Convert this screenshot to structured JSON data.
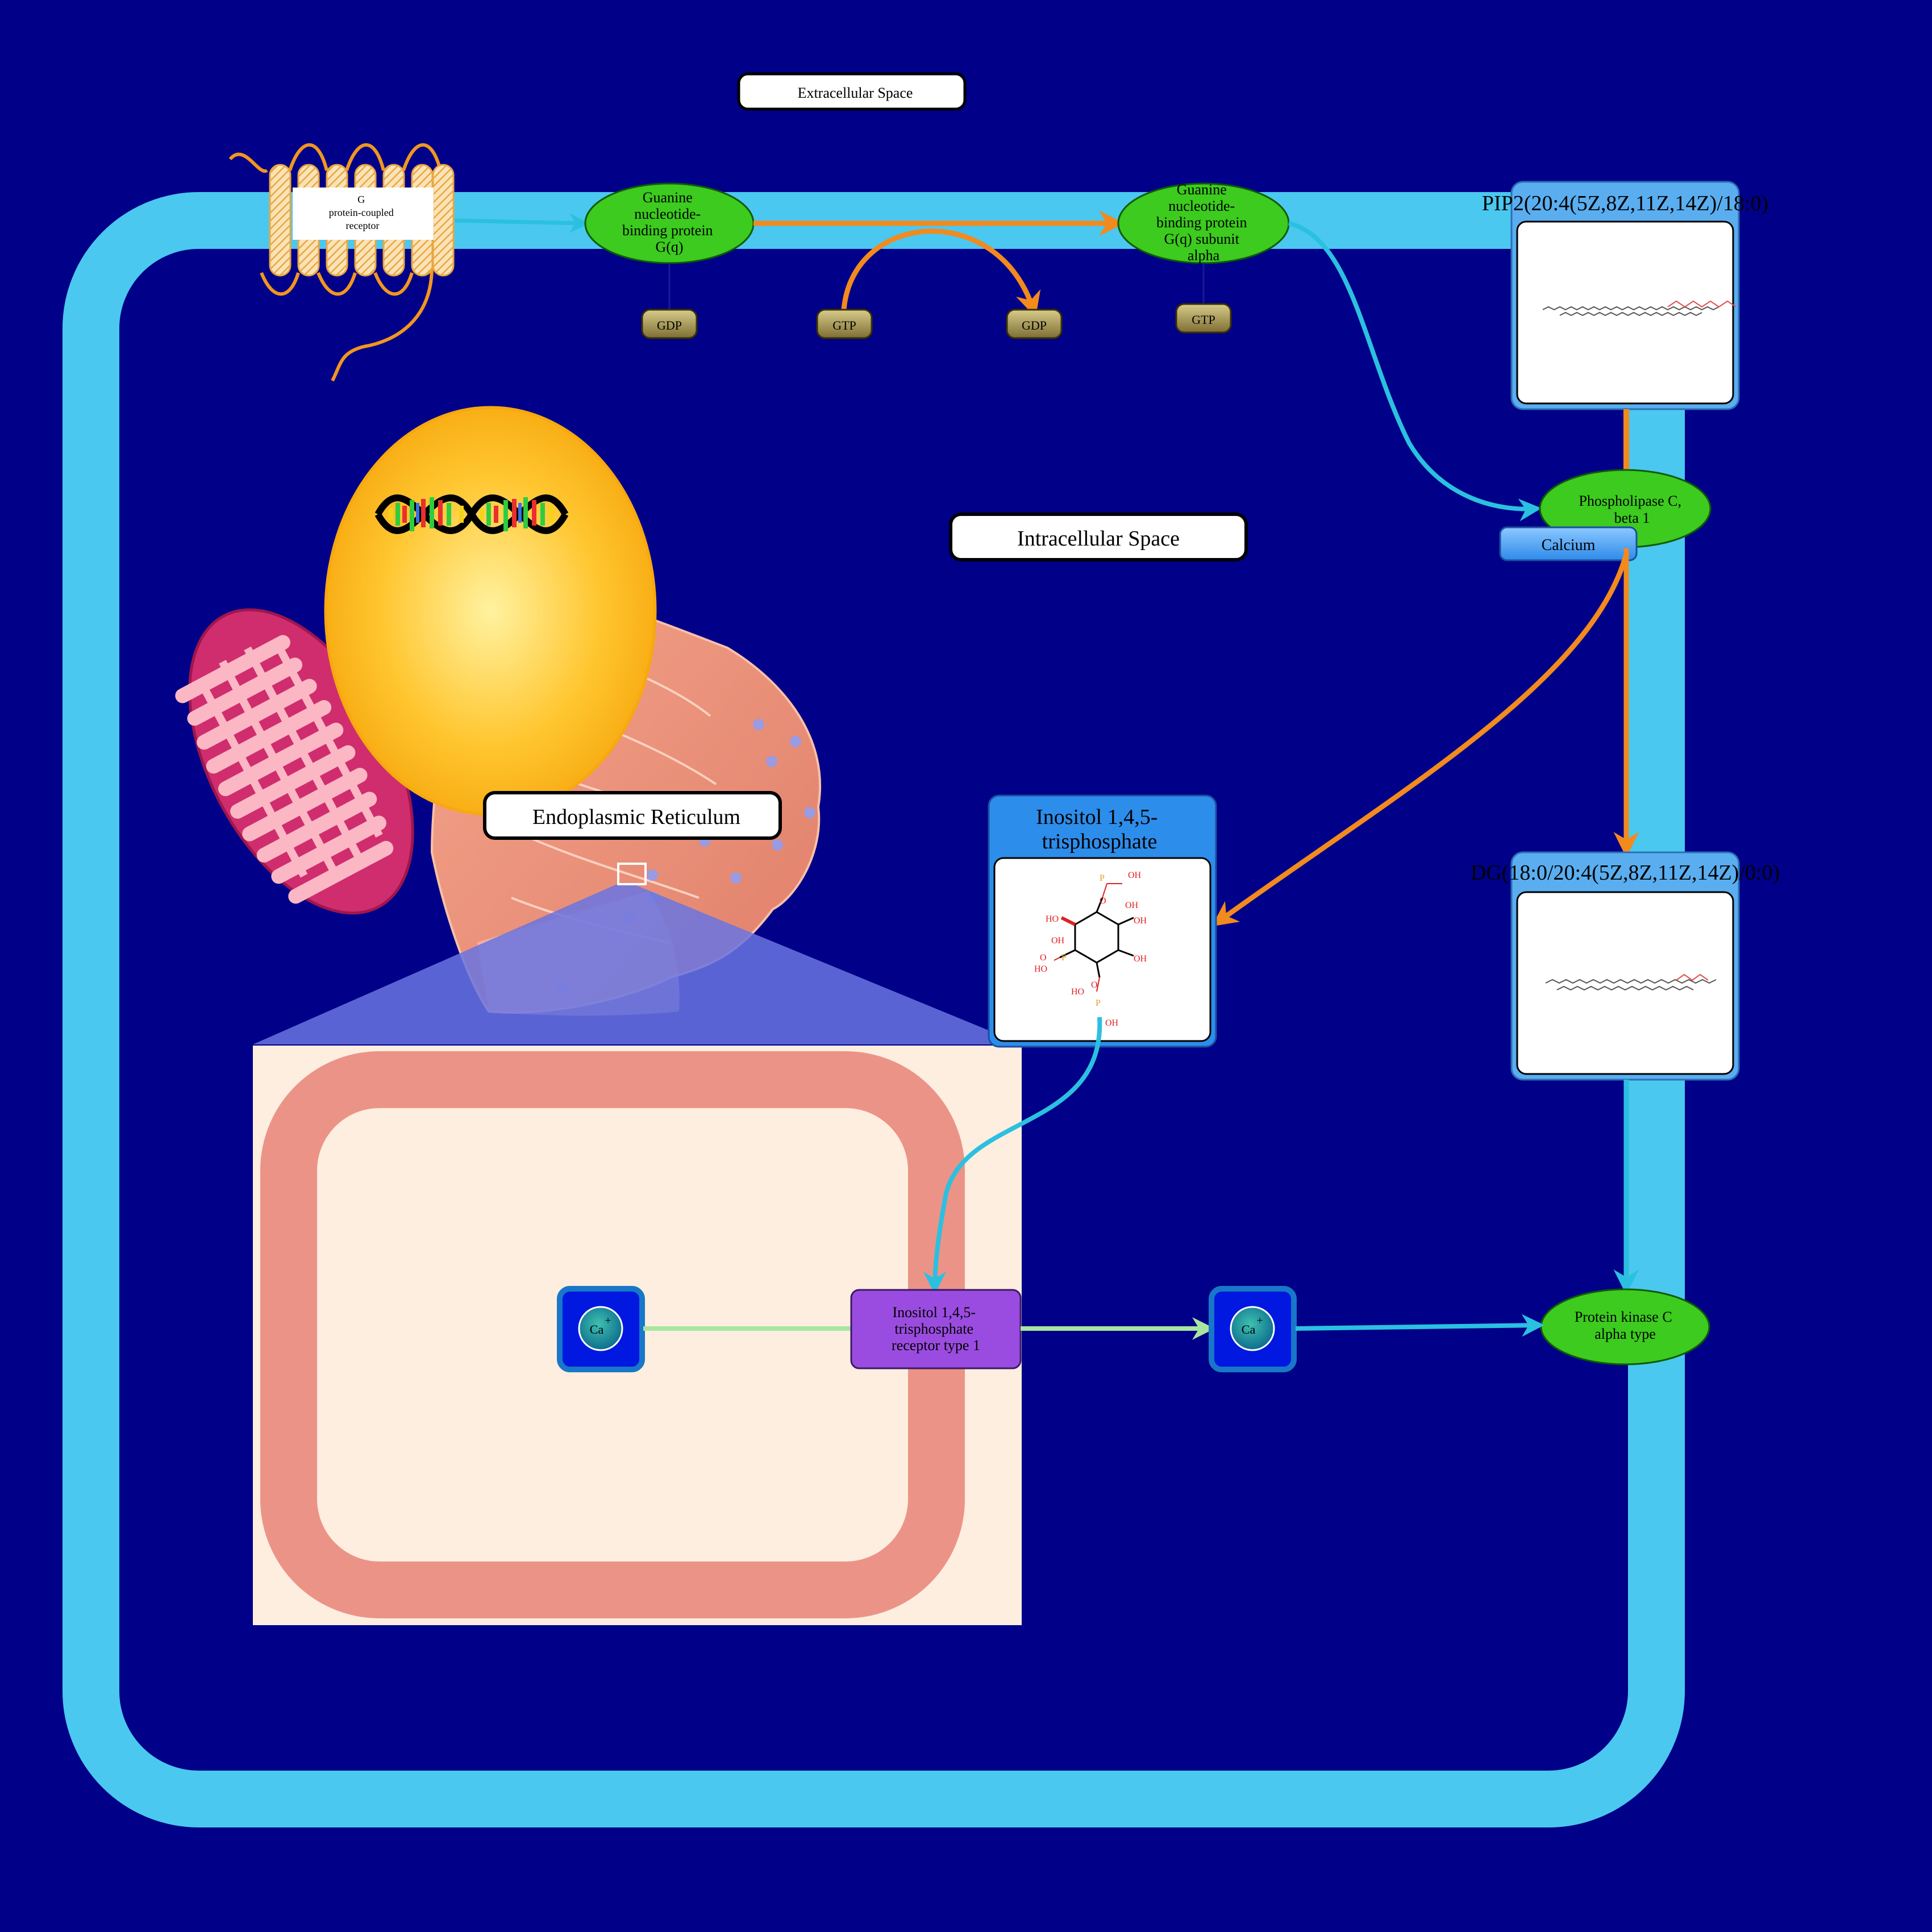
{
  "labels": {
    "extracellular": "Extracellular Space",
    "intracellular": "Intracellular Space",
    "er": "Endoplasmic Reticulum"
  },
  "nodes": {
    "gpcr": [
      "G",
      "protein-coupled",
      "receptor"
    ],
    "gq": [
      "Guanine",
      "nucleotide-",
      "binding protein",
      "G(q)"
    ],
    "gq_alpha": [
      "Guanine",
      "nucleotide-",
      "binding protein",
      "G(q) subunit",
      "alpha"
    ],
    "gdp1": "GDP",
    "gtp1": "GTP",
    "gdp2": "GDP",
    "gtp2": "GTP",
    "pip2": "PIP2(20:4(5Z,8Z,11Z,14Z)/18:0)",
    "plc": [
      "Phospholipase C,",
      "beta 1"
    ],
    "calcium_tag": "Calcium",
    "ip3": [
      "Inositol 1,4,5-",
      "trisphosphate"
    ],
    "dg": "DG(18:0/20:4(5Z,8Z,11Z,14Z)/0:0)",
    "ip3r": [
      "Inositol 1,4,5-",
      "trisphosphate",
      "receptor type 1"
    ],
    "ca_left": "Ca",
    "ca_right": "Ca",
    "ca_charge": "+",
    "pkc": [
      "Protein kinase C",
      "alpha type"
    ]
  },
  "ip3_structure_text": {
    "oh": "OH",
    "ho": "HO",
    "o": "O",
    "p": "P"
  },
  "colors": {
    "background": "#000088",
    "membrane": "#4AC8F0",
    "protein": "#3CCB1E",
    "arrow_orange": "#F28A1E",
    "arrow_cyan": "#2BC0E0",
    "arrow_green": "#A8E6A0",
    "er_wall": "#EC9387",
    "er_inner": "#FDEEDF",
    "ip3r": "#9B4CE0",
    "nucleus": "#FDB515",
    "mito": "#D02D6E"
  }
}
